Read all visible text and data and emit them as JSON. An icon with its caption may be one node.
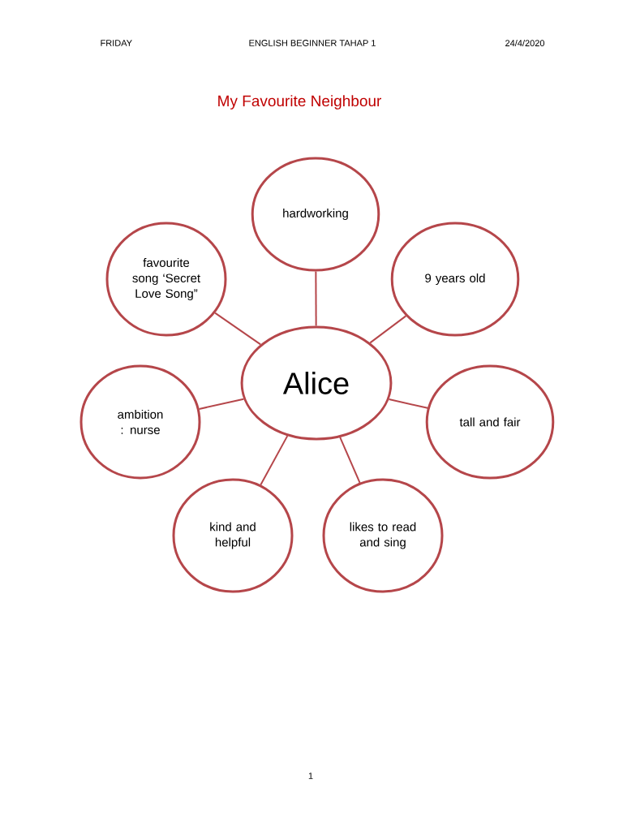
{
  "diagram": {
    "title": "My Favourite Neighbour",
    "nodes": [
      {
        "text": [
          "hardworking"
        ]
      },
      {
        "text": [
          "favourite song ‘Secret Love Song”"
        ]
      },
      {
        "text": [
          "9 years old"
        ]
      },
      {
        "text": [
          "Alice"
        ]
      },
      {
        "text": [
          "ambition : nurse"
        ]
      },
      {
        "text": [
          "tall and fair"
        ]
      },
      {
        "text": [
          "kind and helpful"
        ]
      },
      {
        "text": [
          "likes to read and sing"
        ]
      }
    ],
    "edges": [
      {
        "from": 3,
        "to": 0,
        "arrow": "none"
      },
      {
        "from": 3,
        "to": 1,
        "arrow": "none"
      },
      {
        "from": 3,
        "to": 2,
        "arrow": "none"
      },
      {
        "from": 3,
        "to": 4,
        "arrow": "none"
      },
      {
        "from": 3,
        "to": 5,
        "arrow": "none"
      },
      {
        "from": 3,
        "to": 6,
        "arrow": "none"
      },
      {
        "from": 3,
        "to": 7,
        "arrow": "none"
      }
    ],
    "labels": [
      "FRIDAY",
      "ENGLISH BEGINNER TAHAP 1",
      "24/4/2020",
      "1"
    ]
  }
}
